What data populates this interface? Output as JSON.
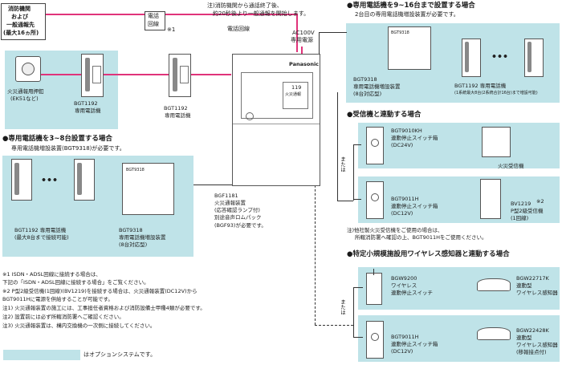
{
  "top": {
    "fire_dept_box": [
      "消防機関",
      "および",
      "一般通報先",
      "(最大16ヵ所)"
    ],
    "phone_line_box": [
      "電話",
      "回線"
    ],
    "phone_line_note_mark": "※1",
    "phone_line_label": "電話回線",
    "note_top": [
      "注)消防機関から通話終了後、",
      "約20秒後より一般通報を開始します。"
    ],
    "ac_power": [
      "AC100V",
      "専用電源"
    ]
  },
  "left_devices": {
    "fire_button": [
      "火災通報用押釦",
      "(EK51など)"
    ],
    "phone1": [
      "BGT1192",
      "専用電話機"
    ],
    "phone2": [
      "BGT1192",
      "専用電話機"
    ]
  },
  "main_unit": {
    "brand": "Panasonic",
    "label_119": [
      "119",
      "火災通報"
    ],
    "caption": [
      "BGF1181",
      "火災通報装置",
      "(応答確認ランプ付)",
      "別途音声ロムパック",
      "(BGF93)が必要です。"
    ]
  },
  "sec_3to8": {
    "heading": "●専用電話機を3~8台設置する場合",
    "sub": "専用電話機増設装置(BGT9318)が必要です。",
    "phone_caption": [
      "BGT1192 専用電話機",
      "(最大8台まで接続可能)"
    ],
    "expander_caption": [
      "BGT9318",
      "専用電話機増設装置",
      "(8台対応型)"
    ]
  },
  "sec_9to16": {
    "heading": "●専用電話機を9~16台まで設置する場合",
    "sub": "2台目の専用電話機増設装置が必要です。",
    "expander_caption": [
      "BGT9318",
      "専用電話機増設装置",
      "(8台対応型)"
    ],
    "phone_caption": [
      "BGT1192 専用電話機",
      "(1系統最大8台(2系統合計16台)まで増設可能)"
    ]
  },
  "sec_receiver": {
    "heading": "●受信機と連動する場合",
    "or_label": "または",
    "switch1": [
      "BGT9010KH",
      "連動停止スイッチ箱",
      "(DC24V)"
    ],
    "receiver1": "火災受信機",
    "switch2": [
      "BGT9011H",
      "連動停止スイッチ箱",
      "(DC12V)"
    ],
    "receiver2": [
      "BV1219",
      "P型2級受信機",
      "(1回線)"
    ],
    "receiver2_mark": "※2",
    "note": [
      "注)他社製火災受信機をご使用の場合は、",
      "所轄消防署へ確認の上、BGT9011Hをご使用ください。"
    ]
  },
  "sec_wireless": {
    "heading": "●特定小規模施設用ワイヤレス感知器と連動する場合",
    "or_label": "または",
    "switch1": [
      "BGW9200",
      "ワイヤレス",
      "連動停止スイッチ"
    ],
    "sensor1": [
      "BGW22717K",
      "連動型",
      "ワイヤレス感知器"
    ],
    "switch2": [
      "BGT9011H",
      "連動停止スイッチ箱",
      "(DC12V)"
    ],
    "sensor2": [
      "BGW22428K",
      "連動型",
      "ワイヤレス感知器",
      "(移報接点付)"
    ]
  },
  "notes": [
    "※1  ISDN・ADSL回線に接続する場合は、",
    "       下記の「ISDN・ADSL回線に接続する場合」をご覧ください。",
    "※2  P型2級受信機(1回線)(BV1219)を接続する場合は、火災通報装置(DC12V)から",
    "       BGT9011Hに電源を供給することが可能です。",
    "注1) 火災通報装置の施工には、工事担任者資格および消防設備士甲種4類が必要です。",
    "注2) 設置前には必ず所轄消防署へご確認ください。",
    "注3) 火災通報装置は、構内交換機の一次側に接続してください。"
  ],
  "legend": "はオプションシステムです。",
  "colors": {
    "option_bg": "#bfe3e8",
    "phone_line": "#e0337a"
  }
}
